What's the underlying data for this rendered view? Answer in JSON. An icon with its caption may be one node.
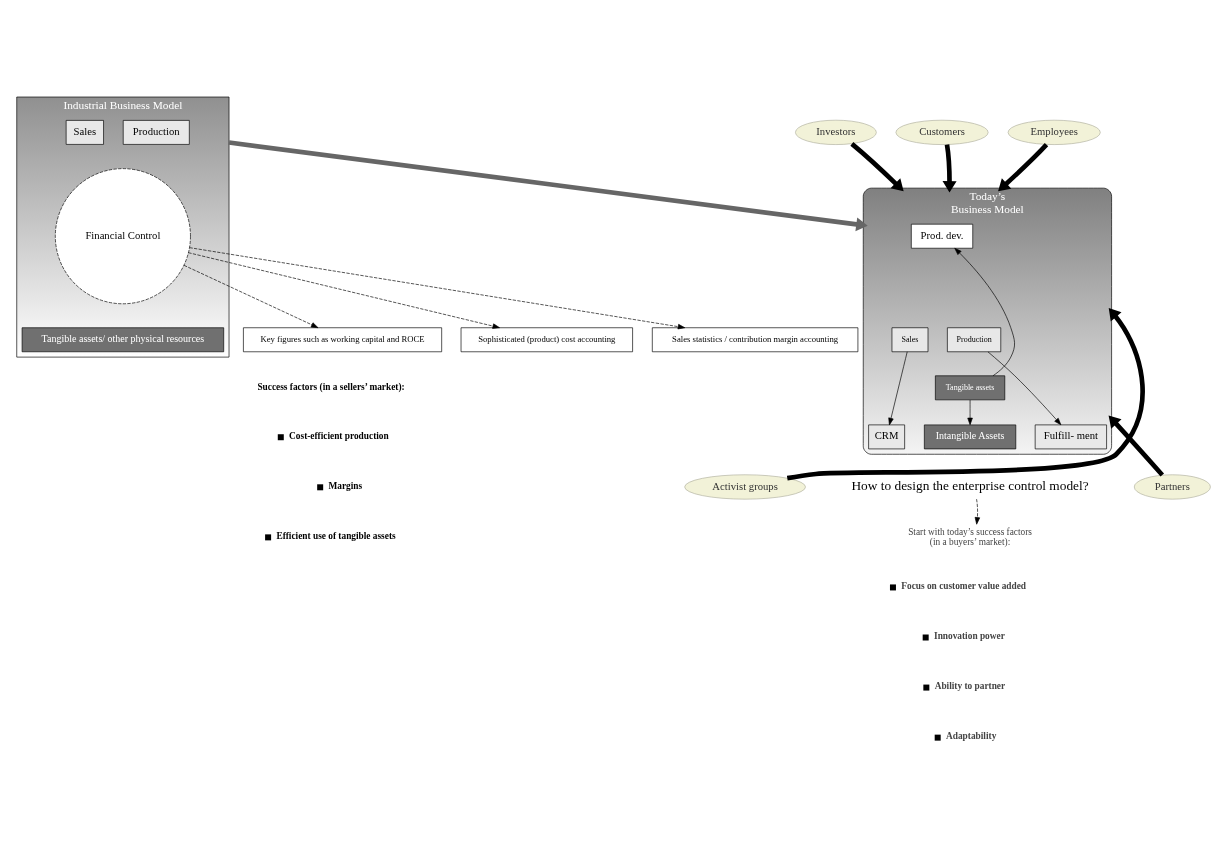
{
  "diagram": {
    "nodes": [
      {
        "text": [
          "Industrial Business Model"
        ]
      },
      {
        "text": [
          "Production"
        ],
        "in": 0
      },
      {
        "text": [
          "Sales"
        ],
        "in": 0
      },
      {
        "text": [
          "Financial Control"
        ],
        "in": 0
      },
      {
        "text": [
          "Tangible assets/ other physical resources"
        ],
        "in": 0
      },
      {
        "text": [
          "Sophisticated (product) cost accounting"
        ]
      },
      {
        "text": [
          "Sales statistics / contribution margin accounting"
        ]
      },
      {
        "text": [
          "Key figures such as working capital and ROCE"
        ]
      },
      {
        "text": [
          "Today’s",
          "Business Model"
        ]
      },
      {
        "text": [
          "Prod. dev."
        ],
        "in": 8
      },
      {
        "text": [
          "Production"
        ],
        "in": 8
      },
      {
        "text": [
          "Sales"
        ],
        "in": 8
      },
      {
        "text": [
          "Tangible assets"
        ],
        "in": 8
      },
      {
        "text": [
          "Fulfill- ment"
        ],
        "in": 8
      },
      {
        "text": [
          "CRM"
        ],
        "in": 8
      },
      {
        "text": [
          "Intangible Assets"
        ],
        "in": 8
      },
      {
        "text": [
          "Investors"
        ]
      },
      {
        "text": [
          "Customers"
        ]
      },
      {
        "text": [
          "Employees"
        ]
      },
      {
        "text": [
          "Partners"
        ]
      },
      {
        "text": [
          "Activist groups"
        ]
      },
      {
        "text": [
          "How to design the enterprise control model?"
        ]
      },
      {
        "text": [
          "Start with today’s success factors",
          "(in a buyers’ market):"
        ]
      }
    ],
    "edges": [
      {
        "from": 3,
        "to": 5,
        "arrow": "to",
        "style": "dashed"
      },
      {
        "from": 3,
        "to": 7,
        "arrow": "to",
        "style": "dashed"
      },
      {
        "from": 3,
        "to": 6,
        "arrow": "to",
        "style": "dashed"
      },
      {
        "from": 0,
        "to": 8,
        "arrow": "to",
        "style": "thick",
        "color": "#666666"
      },
      {
        "from": 16,
        "to": 8,
        "arrow": "to",
        "style": "thick"
      },
      {
        "from": 17,
        "to": 8,
        "arrow": "to",
        "style": "thick"
      },
      {
        "from": 18,
        "to": 8,
        "arrow": "to",
        "style": "thick"
      },
      {
        "from": 19,
        "to": 8,
        "arrow": "to",
        "style": "thick"
      },
      {
        "from": 20,
        "to": 8,
        "arrow": "to",
        "style": "thick"
      },
      {
        "from": 12,
        "to": 9,
        "arrow": "to"
      },
      {
        "from": 10,
        "to": 13,
        "arrow": "to"
      },
      {
        "from": 11,
        "to": 14,
        "arrow": "to"
      },
      {
        "from": 12,
        "to": 15,
        "arrow": "to"
      },
      {
        "from": 21,
        "to": 22,
        "arrow": "to",
        "style": "dashed"
      }
    ],
    "labels": [
      "Success factors (in a sellers’ market):",
      "Cost-efficient production",
      "Margins",
      "Efficient use of tangible assets",
      "Focus on customer value added",
      "Innovation power",
      "Ability to partner",
      "Adaptability"
    ]
  }
}
